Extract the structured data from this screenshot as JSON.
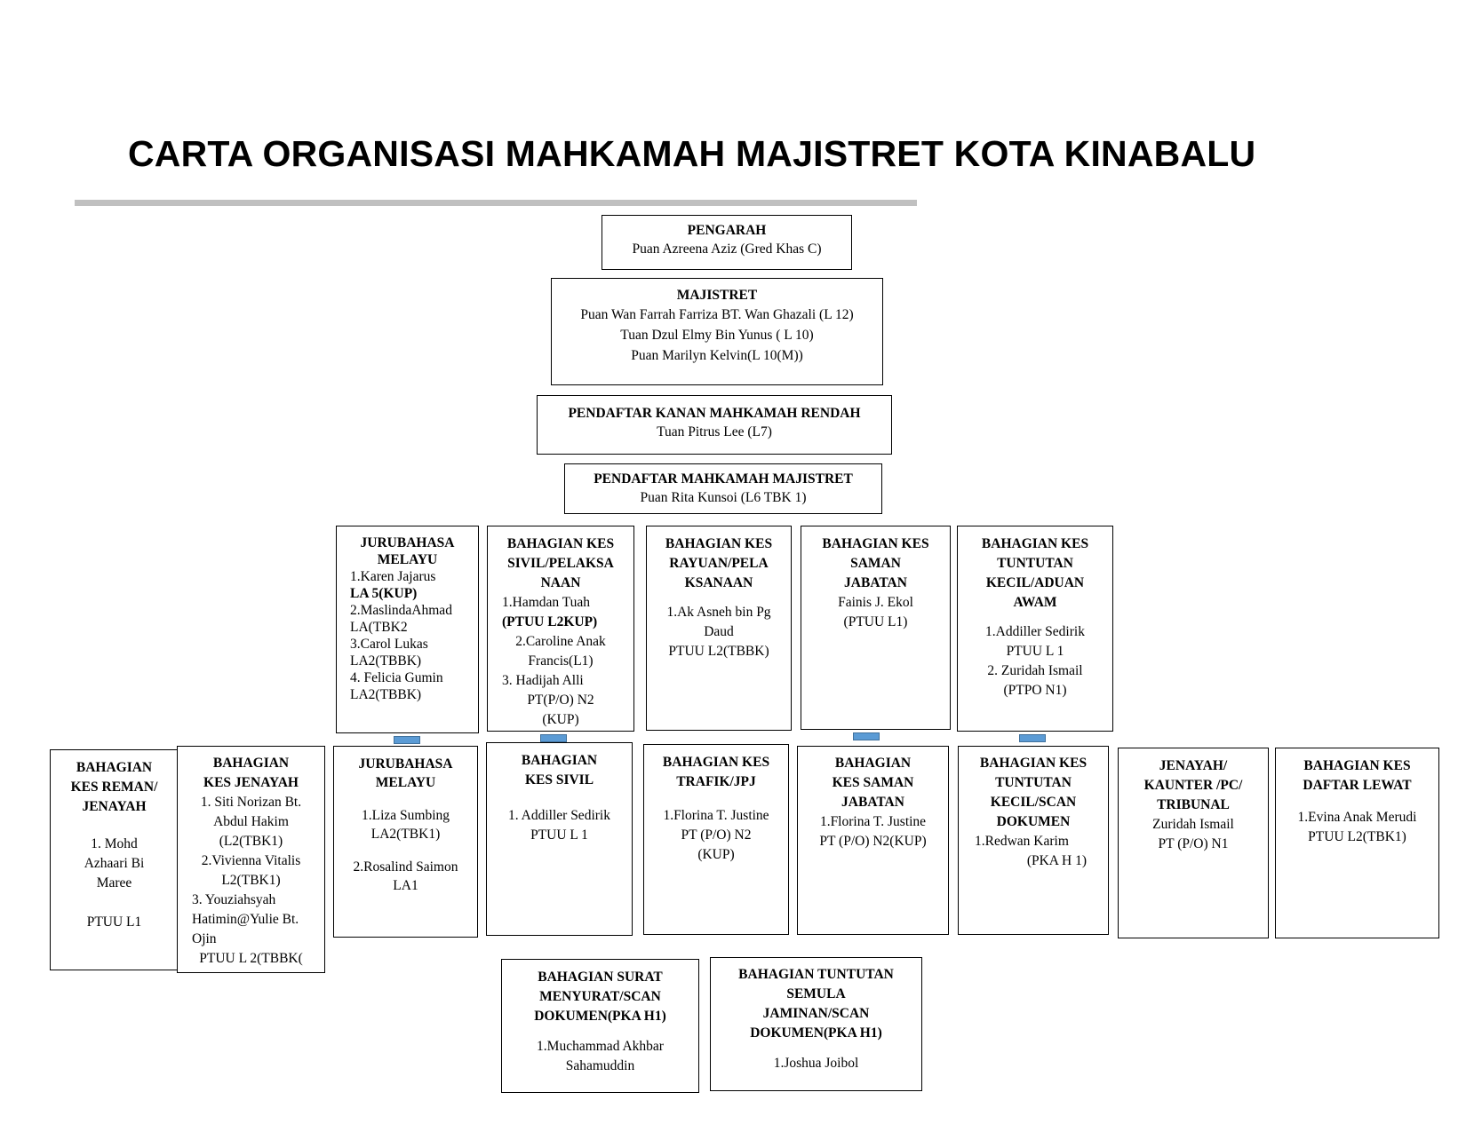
{
  "title": "CARTA ORGANISASI MAHKAMAH MAJISTRET KOTA KINABALU",
  "colors": {
    "connector": "#5b9bd5",
    "rule": "#c0c0c0"
  },
  "pengarah": {
    "title": "PENGARAH",
    "name": "Puan Azreena Aziz (Gred Khas C)"
  },
  "majistret": {
    "title": "MAJISTRET",
    "names": [
      "Puan Wan Farrah Farriza BT. Wan Ghazali (L 12)",
      "Tuan Dzul Elmy Bin Yunus ( L 10)",
      "Puan Marilyn Kelvin(L 10(M))"
    ]
  },
  "pendaftar_kanan": {
    "title": "PENDAFTAR KANAN MAHKAMAH RENDAH",
    "name": "Tuan Pitrus Lee (L7)"
  },
  "pendaftar": {
    "title": "PENDAFTAR MAHKAMAH MAJISTRET",
    "name": "Puan Rita Kunsoi (L6 TBK 1)"
  },
  "row1": [
    {
      "title": [
        "JURUBAHASA",
        "MELAYU"
      ],
      "lines": [
        "1.Karen Jajarus",
        "LA 5(KUP)",
        "2.MaslindaAhmad",
        "LA(TBK2",
        "3.Carol Lukas",
        "LA2(TBBK)",
        "4. Felicia Gumin",
        "LA2(TBBK)"
      ]
    },
    {
      "title": [
        "BAHAGIAN KES",
        "SIVIL/PELAKSA",
        "NAAN"
      ],
      "lines": [
        "1.Hamdan Tuah",
        "(PTUU L2KUP)",
        "2.Caroline Anak",
        "Francis(L1)",
        "3. Hadijah Alli",
        "PT(P/O) N2",
        "(KUP)"
      ]
    },
    {
      "title": [
        "BAHAGIAN KES",
        "RAYUAN/PELA",
        "KSANAAN"
      ],
      "lines": [
        "1.Ak Asneh bin Pg",
        "Daud",
        "PTUU L2(TBBK)"
      ]
    },
    {
      "title": [
        "BAHAGIAN KES",
        "SAMAN",
        "JABATAN"
      ],
      "lines": [
        "Fainis J. Ekol",
        "(PTUU L1)"
      ]
    },
    {
      "title": [
        "BAHAGIAN  KES",
        "TUNTUTAN",
        "KECIL/ADUAN",
        "AWAM"
      ],
      "lines": [
        "1.Addiller Sedirik",
        "PTUU L 1",
        "2. Zuridah Ismail",
        "(PTPO N1)"
      ]
    }
  ],
  "row2": [
    {
      "title": [
        "BAHAGIAN",
        "KES REMAN/",
        "JENAYAH"
      ],
      "lines": [
        "1. Mohd",
        "Azhaari Bi",
        "Maree",
        "PTUU L1"
      ]
    },
    {
      "title": [
        "BAHAGIAN",
        "KES JENAYAH"
      ],
      "lines": [
        "1. Siti Norizan Bt.",
        "Abdul Hakim",
        "(L2(TBK1)",
        "2.Vivienna Vitalis",
        "L2(TBK1)",
        "3. Youziahsyah",
        "Hatimin@Yulie Bt.",
        "Ojin",
        "PTUU L 2(TBBK("
      ]
    },
    {
      "title": [
        "JURUBAHASA",
        "MELAYU"
      ],
      "lines": [
        "1.Liza Sumbing",
        "LA2(TBK1)",
        "2.Rosalind Saimon",
        "LA1"
      ]
    },
    {
      "title": [
        "BAHAGIAN",
        "KES SIVIL"
      ],
      "lines": [
        "1. Addiller Sedirik",
        "PTUU L 1"
      ]
    },
    {
      "title": [
        "BAHAGIAN KES",
        "TRAFIK/JPJ"
      ],
      "lines": [
        "1.Florina T. Justine",
        "PT (P/O) N2",
        "(KUP)"
      ]
    },
    {
      "title": [
        "BAHAGIAN",
        "KES SAMAN",
        "JABATAN"
      ],
      "lines": [
        "1.Florina T. Justine",
        "PT (P/O) N2(KUP)"
      ]
    },
    {
      "title": [
        "BAHAGIAN  KES",
        "TUNTUTAN",
        "KECIL/SCAN",
        "DOKUMEN"
      ],
      "lines": [
        "1.Redwan Karim",
        "(PKA H 1)"
      ]
    },
    {
      "title": [
        "JENAYAH/",
        "KAUNTER /PC/",
        "TRIBUNAL"
      ],
      "lines": [
        "Zuridah Ismail",
        "PT (P/O) N1"
      ]
    },
    {
      "title": [
        "BAHAGIAN KES",
        "DAFTAR LEWAT"
      ],
      "lines": [
        "1.Evina Anak Merudi",
        "PTUU L2(TBK1)"
      ]
    }
  ],
  "row3": [
    {
      "title": [
        "BAHAGIAN SURAT",
        "MENYURAT/SCAN",
        "DOKUMEN(PKA H1)"
      ],
      "lines": [
        "1.Muchammad Akhbar",
        "Sahamuddin"
      ]
    },
    {
      "title": [
        "BAHAGIAN TUNTUTAN",
        "SEMULA",
        "JAMINAN/SCAN",
        "DOKUMEN(PKA H1)"
      ],
      "lines": [
        "1.Joshua Joibol"
      ]
    }
  ]
}
